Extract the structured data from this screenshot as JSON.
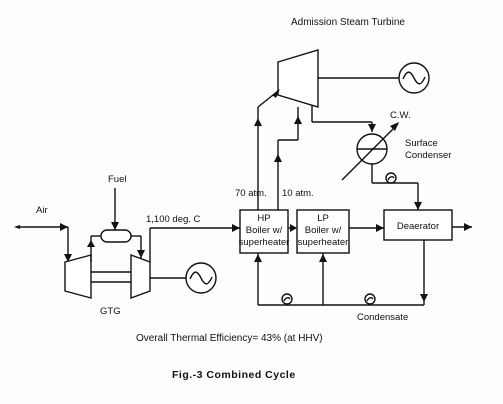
{
  "labels": {
    "turbine": "Admission Steam Turbine",
    "cw": "C.W.",
    "surface": "Surface",
    "condenser": "Condenser",
    "fuel": "Fuel",
    "air": "Air",
    "atm70": "70 atm.",
    "atm10": "10 atm.",
    "temp": "1,100 deg. C",
    "gtg": "GTG",
    "condensate": "Condensate",
    "efficiency": "Overall Thermal Efficiency= 43% (at HHV)",
    "caption": "Fig.-3 Combined Cycle"
  },
  "boxes": {
    "hp_line1": "HP",
    "hp_line2": "Boiler w/",
    "hp_line3": "superheater",
    "lp_line1": "LP",
    "lp_line2": "Boiler w/",
    "lp_line3": "superheater",
    "deaerator": "Deaerator"
  },
  "icons": {
    "generator": "generator-icon",
    "pump": "pump-icon"
  }
}
